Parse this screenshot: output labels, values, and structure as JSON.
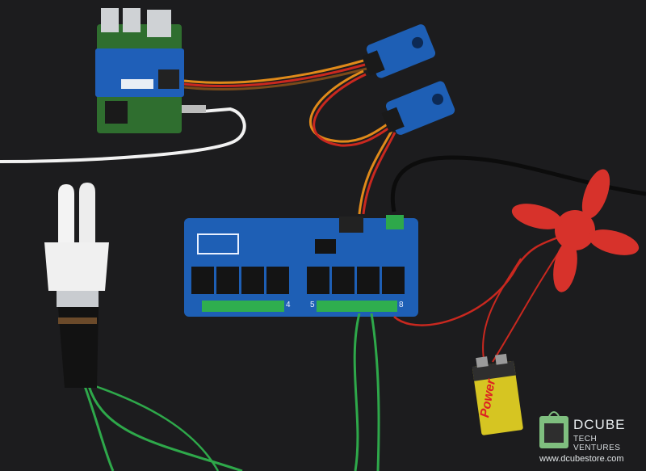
{
  "scene": {
    "background": "#1b1b1d",
    "objects": [
      "raspberry-pi-with-hat",
      "sensor-module-1",
      "sensor-module-2",
      "relay-controller-board",
      "cfl-bulb",
      "cardboard-fan",
      "9v-battery"
    ]
  },
  "board": {
    "relay_numbers": [
      "4",
      "5",
      "8"
    ]
  },
  "battery": {
    "label": "Power"
  },
  "brand": {
    "name": "DCUBE",
    "subtitle": "TECH VENTURES",
    "url": "www.dcubestore.com"
  },
  "colors": {
    "board_blue": "#1e5fb5",
    "wire_orange": "#e08a1a",
    "wire_red": "#c9281f",
    "wire_green": "#2ea84a",
    "fan_red": "#d7322b",
    "battery_yellow": "#d6c522"
  }
}
